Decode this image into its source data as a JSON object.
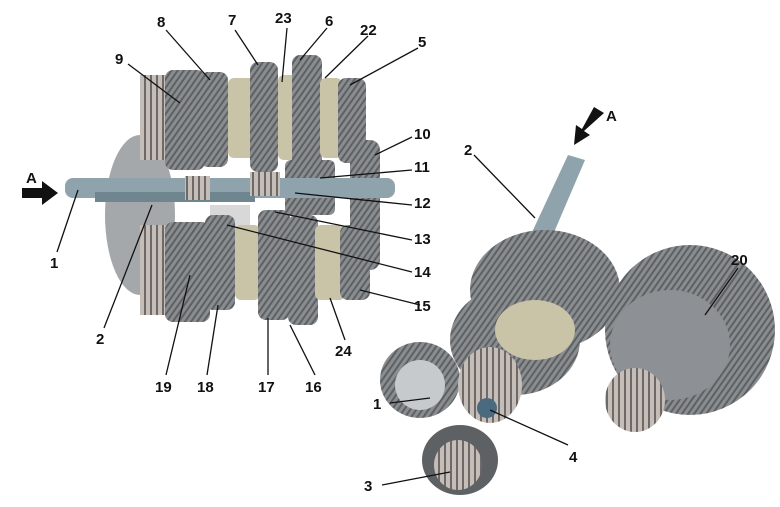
{
  "left_assembly": {
    "labels": [
      "8",
      "7",
      "23",
      "6",
      "22",
      "5",
      "9",
      "10",
      "11",
      "12",
      "13",
      "14",
      "15",
      "A",
      "1",
      "2",
      "19",
      "18",
      "17",
      "16",
      "24"
    ]
  },
  "right_assembly": {
    "labels": [
      "A",
      "2",
      "20",
      "1",
      "4",
      "3"
    ]
  },
  "colors": {
    "gear": "#8a8d90",
    "gear_dark": "#5e6164",
    "shaft": "#8fa3ad",
    "bearing": "#b9b2ae",
    "synchro": "#c9c3a8",
    "arrow": "#111111"
  }
}
